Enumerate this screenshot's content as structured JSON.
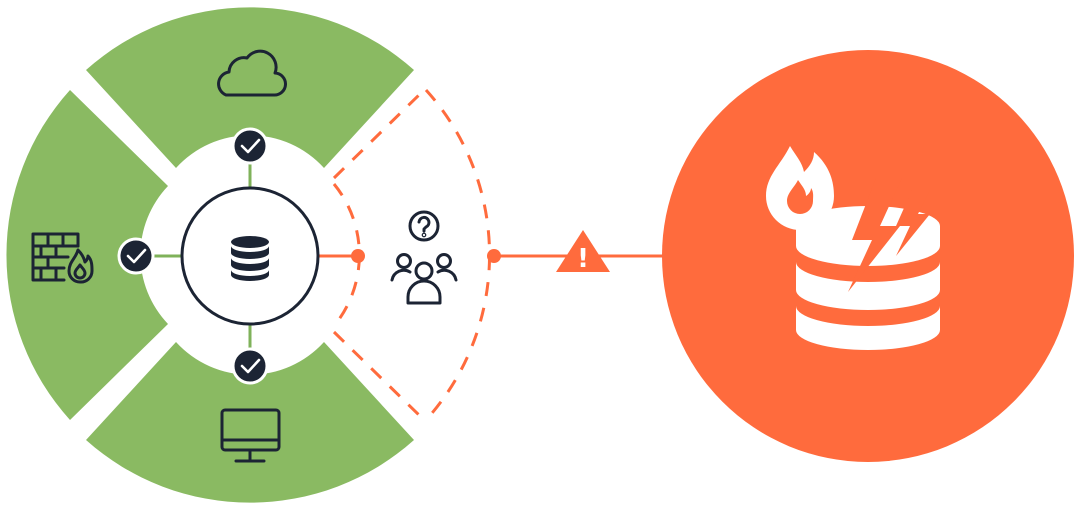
{
  "colors": {
    "background": "#ffffff",
    "protected_green": "#8aba62",
    "threat_orange": "#ff6b3d",
    "ink": "#1c2434",
    "connector_green": "#7fb25a",
    "check_white": "#ffffff"
  },
  "protection_segments": [
    {
      "name": "cloud",
      "icon": "cloud-icon",
      "protected": true
    },
    {
      "name": "firewall",
      "icon": "firewall-fire-icon",
      "protected": true
    },
    {
      "name": "endpoint",
      "icon": "desktop-monitor-icon",
      "protected": true
    },
    {
      "name": "unknown-users",
      "icon": "users-question-icon",
      "protected": false
    }
  ],
  "center_node": {
    "icon": "database-icon"
  },
  "check_badges": [
    {
      "segment": "cloud",
      "icon": "check-icon"
    },
    {
      "segment": "firewall",
      "icon": "check-icon"
    },
    {
      "segment": "endpoint",
      "icon": "check-icon"
    }
  ],
  "warning": {
    "icon": "warning-triangle-icon",
    "symbol": "!"
  },
  "breach_node": {
    "icon": "database-breach-icon"
  }
}
